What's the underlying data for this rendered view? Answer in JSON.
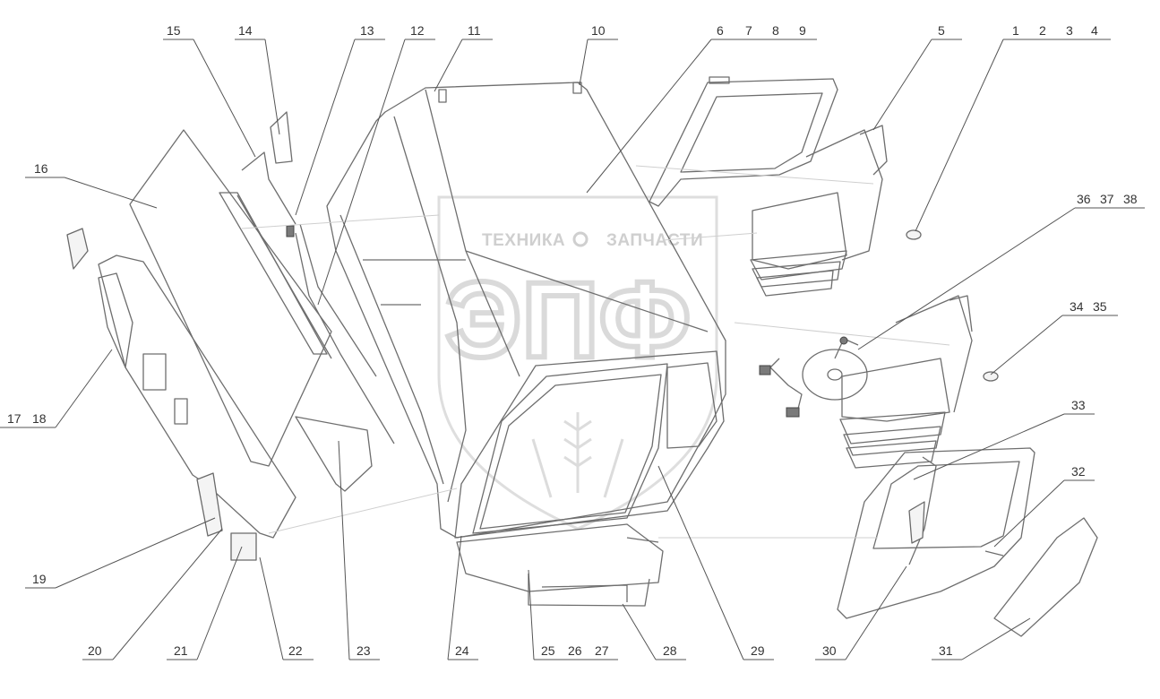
{
  "watermark": {
    "left": "ТЕХНИКА",
    "right": "ЗАПЧАСТИ",
    "logo": "ЭПФ"
  },
  "callouts": [
    {
      "id": "c15",
      "label": "15"
    },
    {
      "id": "c14",
      "label": "14"
    },
    {
      "id": "c13",
      "label": "13"
    },
    {
      "id": "c12",
      "label": "12"
    },
    {
      "id": "c11",
      "label": "11"
    },
    {
      "id": "c10",
      "label": "10"
    },
    {
      "id": "c6",
      "label": "6"
    },
    {
      "id": "c7",
      "label": "7"
    },
    {
      "id": "c8",
      "label": "8"
    },
    {
      "id": "c9",
      "label": "9"
    },
    {
      "id": "c5",
      "label": "5"
    },
    {
      "id": "c1",
      "label": "1"
    },
    {
      "id": "c2",
      "label": "2"
    },
    {
      "id": "c3",
      "label": "3"
    },
    {
      "id": "c4",
      "label": "4"
    },
    {
      "id": "c16",
      "label": "16"
    },
    {
      "id": "c36",
      "label": "36"
    },
    {
      "id": "c37",
      "label": "37"
    },
    {
      "id": "c38",
      "label": "38"
    },
    {
      "id": "c34",
      "label": "34"
    },
    {
      "id": "c35",
      "label": "35"
    },
    {
      "id": "c17",
      "label": "17"
    },
    {
      "id": "c18",
      "label": "18"
    },
    {
      "id": "c33",
      "label": "33"
    },
    {
      "id": "c32",
      "label": "32"
    },
    {
      "id": "c19",
      "label": "19"
    },
    {
      "id": "c20",
      "label": "20"
    },
    {
      "id": "c21",
      "label": "21"
    },
    {
      "id": "c22",
      "label": "22"
    },
    {
      "id": "c23",
      "label": "23"
    },
    {
      "id": "c24",
      "label": "24"
    },
    {
      "id": "c25",
      "label": "25"
    },
    {
      "id": "c26",
      "label": "26"
    },
    {
      "id": "c27",
      "label": "27"
    },
    {
      "id": "c28",
      "label": "28"
    },
    {
      "id": "c29",
      "label": "29"
    },
    {
      "id": "c30",
      "label": "30"
    },
    {
      "id": "c31",
      "label": "31"
    }
  ]
}
